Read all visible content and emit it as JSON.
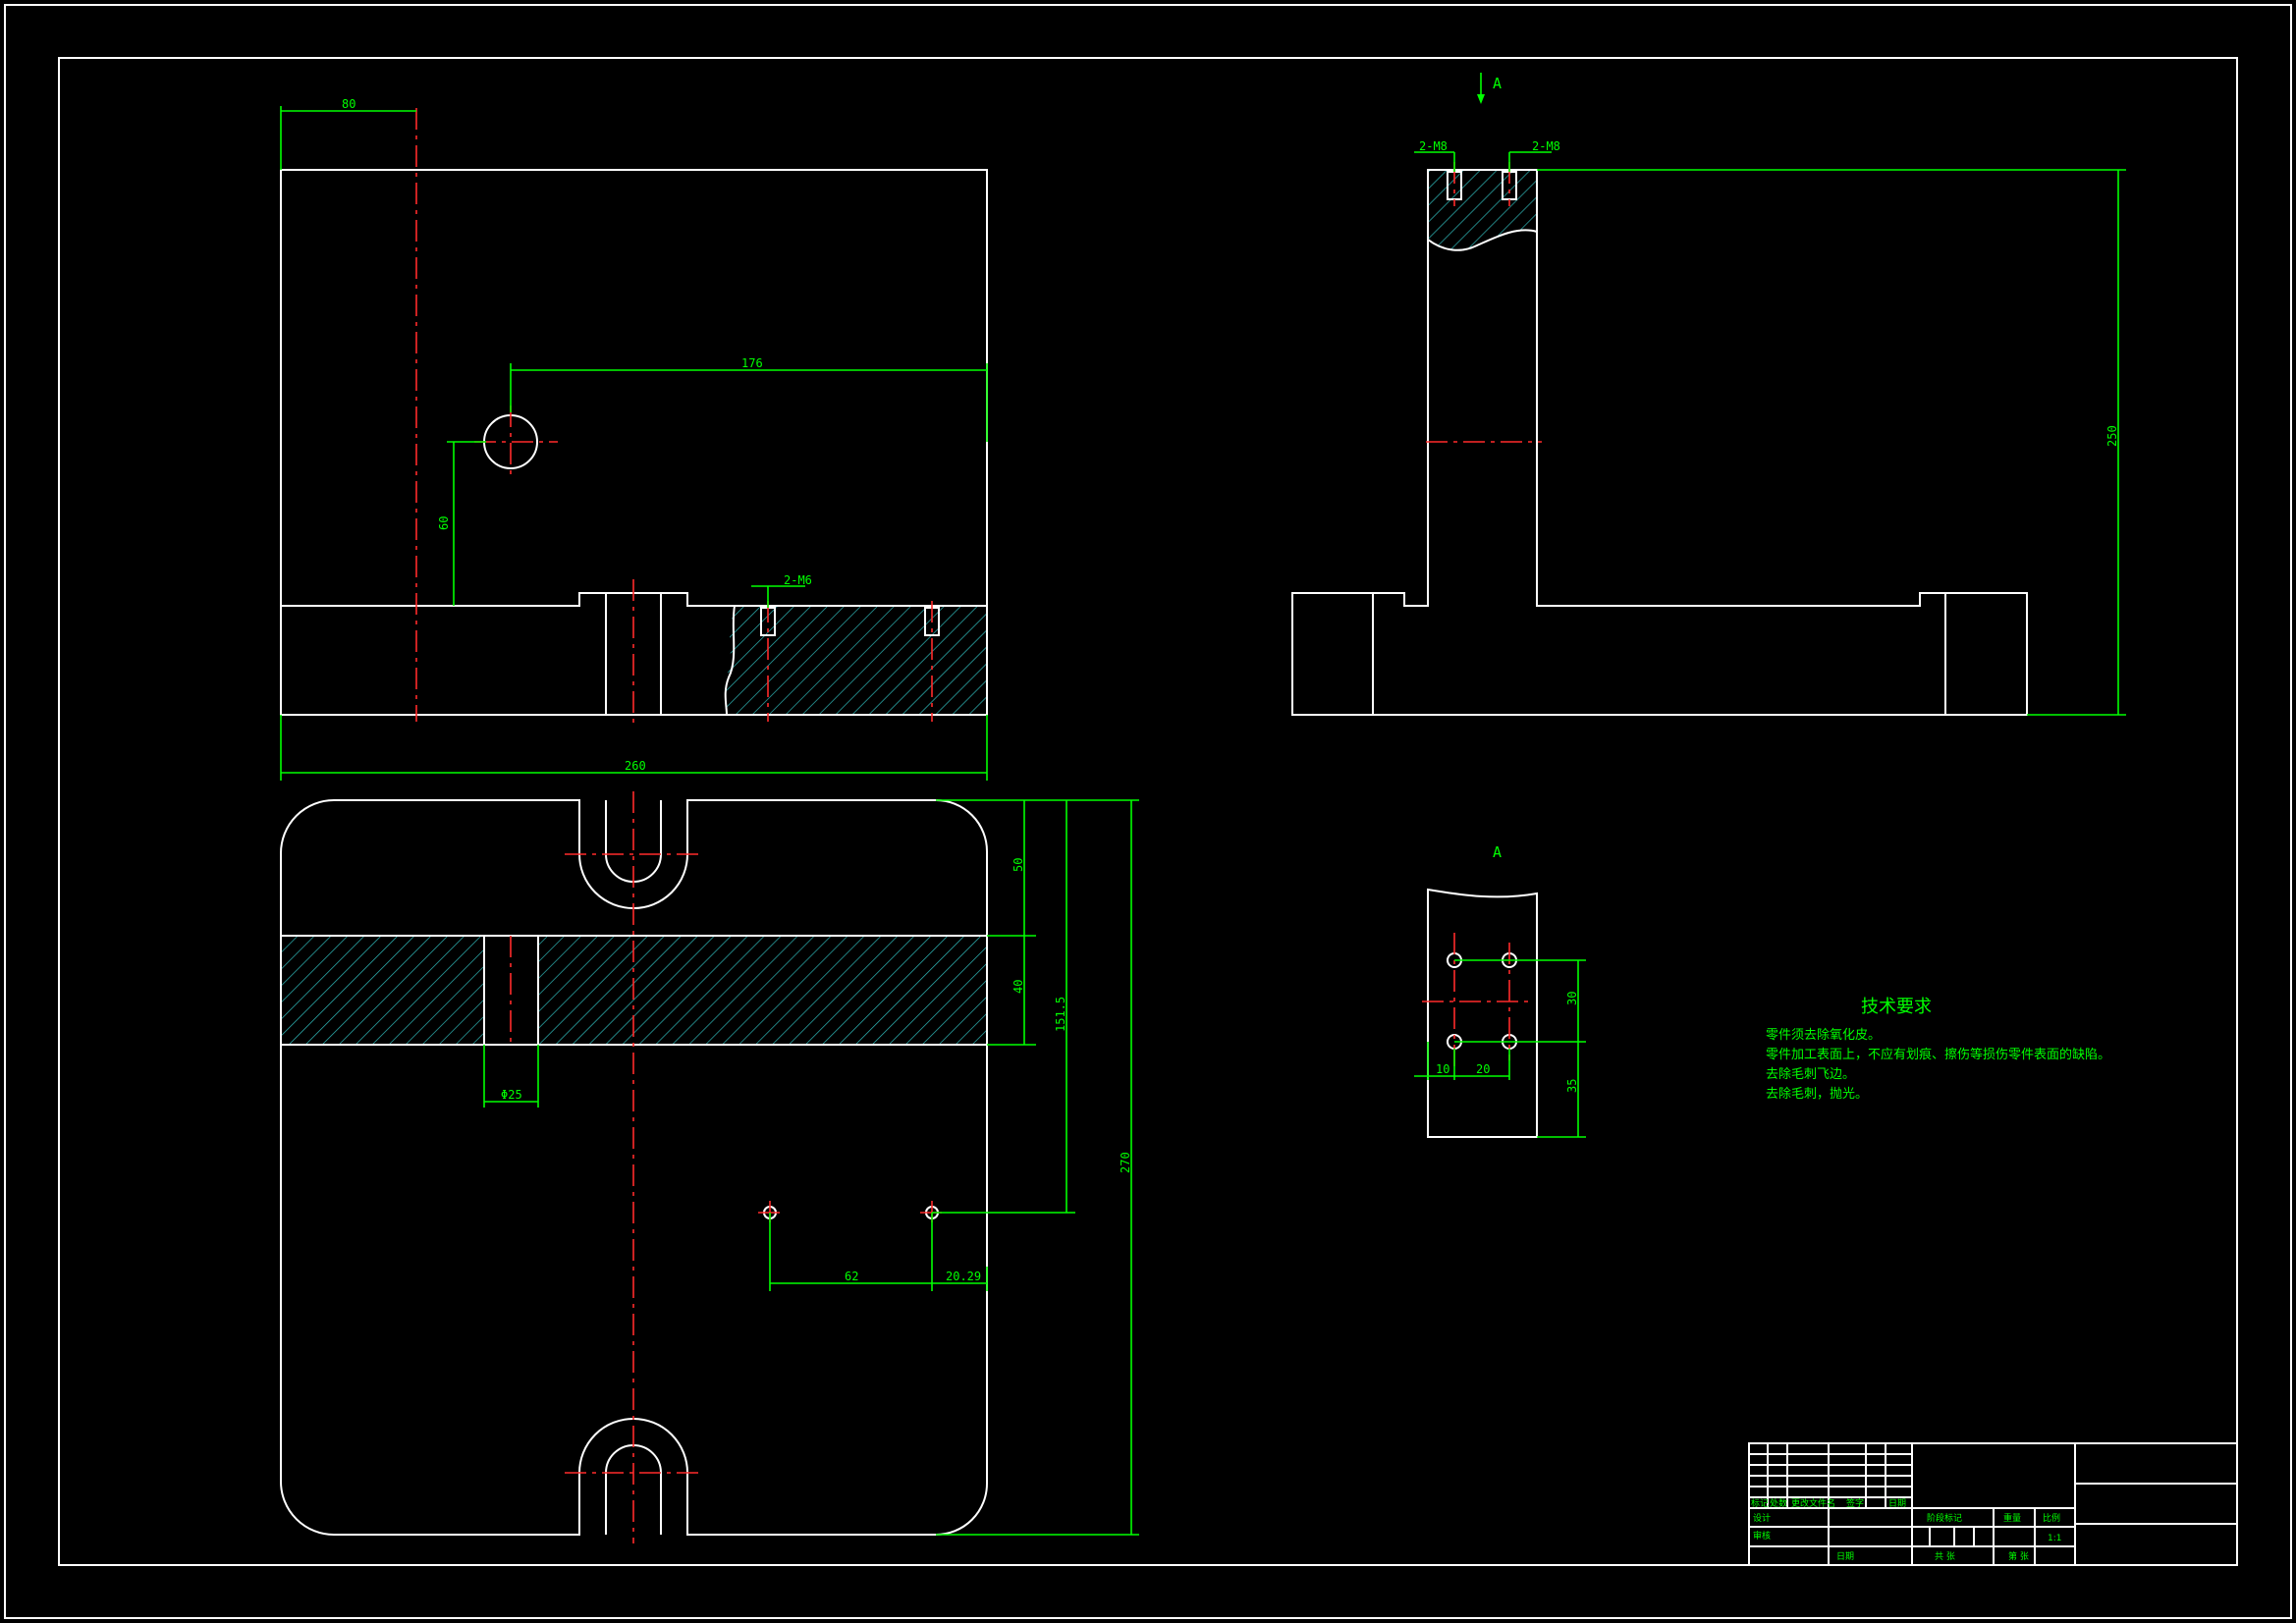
{
  "dimensions": {
    "d_80": "80",
    "d_176": "176",
    "d_60": "60",
    "d_2m6_front": "2-M6",
    "d_260": "260",
    "d_2m8_left": "2-M8",
    "d_2m8_right": "2-M8",
    "d_250": "250",
    "d_50": "50",
    "d_40": "40",
    "d_151_5": "151.5",
    "d_270": "270",
    "d_phi25": "Φ25",
    "d_62": "62",
    "d_20_29": "20.29",
    "d_30_v": "30",
    "d_35_v": "35",
    "d_10_h": "10",
    "d_20_h": "20"
  },
  "view_labels": {
    "section_arrow": "A",
    "detail_view": "A"
  },
  "tech_requirements": {
    "title": "技术要求",
    "lines": [
      "零件须去除氧化皮。",
      "零件加工表面上，不应有划痕、擦伤等损伤零件表面的缺陷。",
      "去除毛刺飞边。",
      "去除毛刺，抛光。"
    ]
  },
  "title_block": {
    "row_labels": [
      "标记",
      "处数",
      "更改文件名",
      "签字",
      "日期"
    ],
    "design": "设计",
    "stage_mark": "阶段标记",
    "weight": "重量",
    "scale": "比例",
    "scale_value": "1:1",
    "review": "审核",
    "approve": "日期",
    "sheets_total": "共 张",
    "sheet_no": "第 张"
  },
  "colors": {
    "background": "#000000",
    "outline": "#ffffff",
    "dimension": "#00ff00",
    "centerline": "#ff2a2a",
    "hatch": "#2fb7b7"
  }
}
